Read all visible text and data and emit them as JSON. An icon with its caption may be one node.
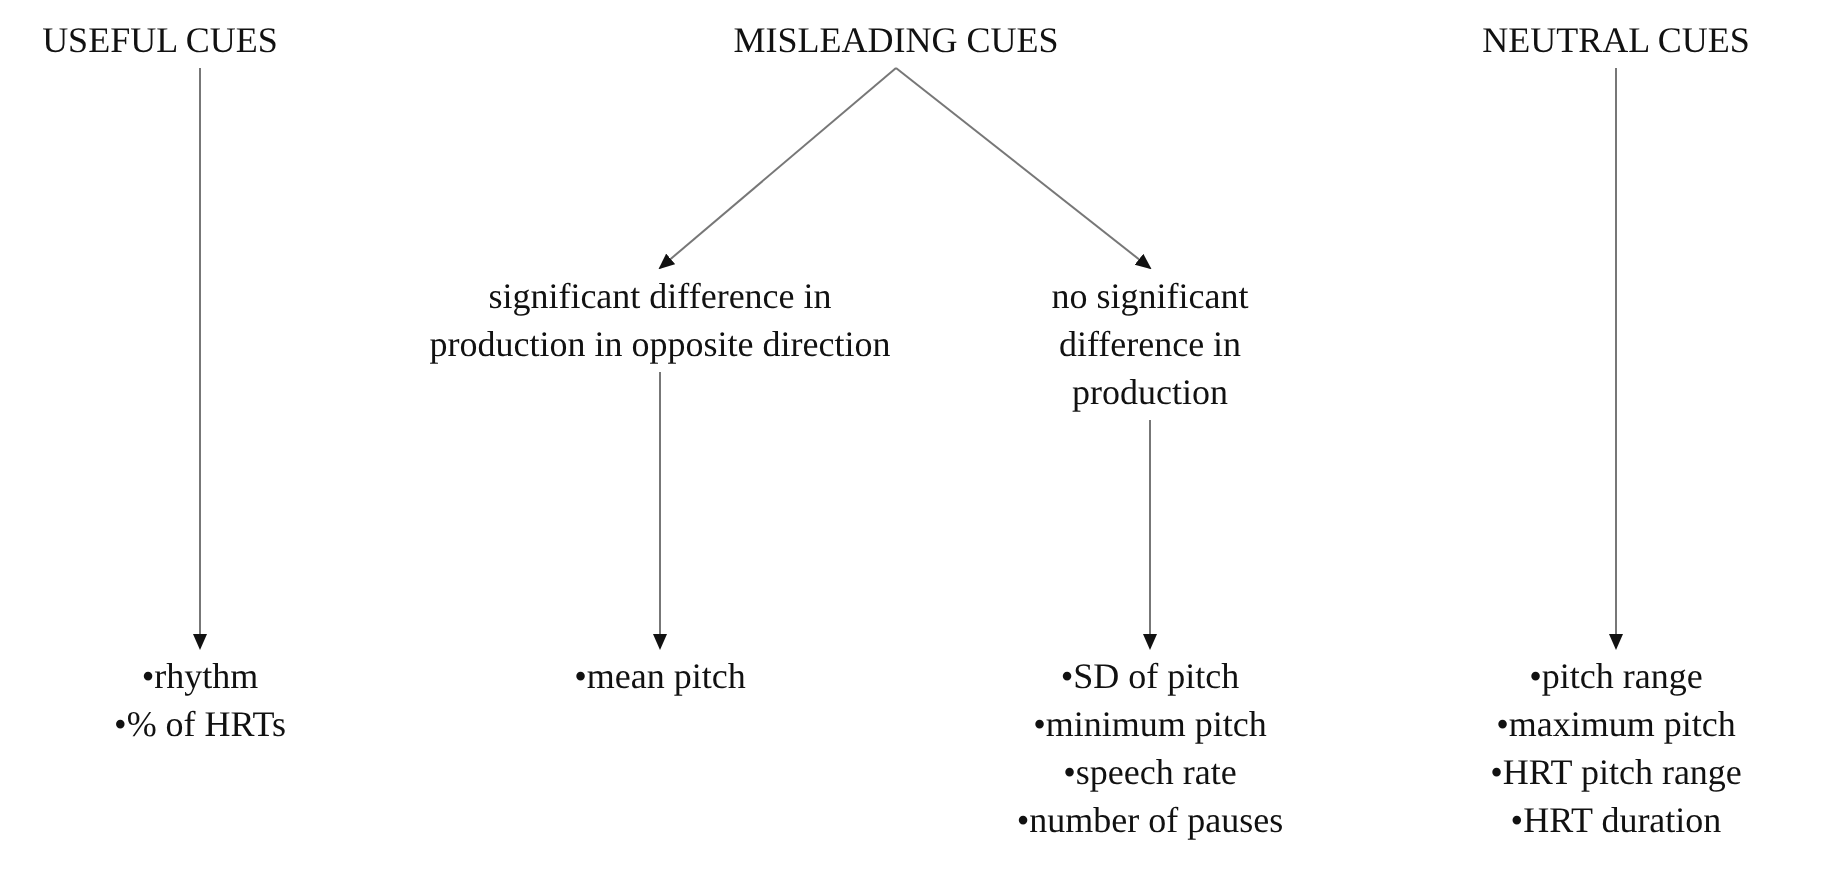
{
  "diagram": {
    "nodes": [
      {
        "text": [
          "USEFUL CUES"
        ]
      },
      {
        "text": [
          "MISLEADING CUES"
        ]
      },
      {
        "text": [
          "NEUTRAL CUES"
        ]
      },
      {
        "text": [
          "significant difference in production in opposite direction"
        ]
      },
      {
        "text": [
          "no significant difference in production"
        ]
      },
      {
        "text": [
          "•rhythm",
          "•% of HRTs"
        ]
      },
      {
        "text": [
          "•mean pitch"
        ]
      },
      {
        "text": [
          "•SD of pitch",
          "•minimum pitch",
          "•speech rate",
          "•number of pauses"
        ]
      },
      {
        "text": [
          "•pitch range",
          "•maximum pitch",
          "•HRT pitch range",
          "•HRT duration"
        ]
      }
    ],
    "edges": [
      {
        "from": 0,
        "to": 5,
        "arrow": "to"
      },
      {
        "from": 1,
        "to": 3,
        "arrow": "to"
      },
      {
        "from": 1,
        "to": 4,
        "arrow": "to"
      },
      {
        "from": 3,
        "to": 6,
        "arrow": "to"
      },
      {
        "from": 4,
        "to": 7,
        "arrow": "to"
      },
      {
        "from": 2,
        "to": 8,
        "arrow": "to"
      }
    ]
  }
}
